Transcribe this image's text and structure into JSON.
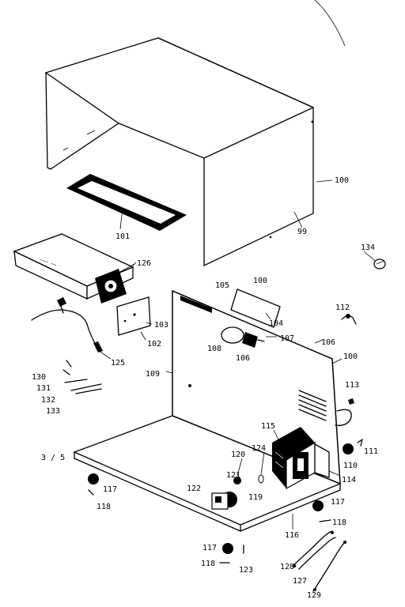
{
  "page_marker": "3 / 5",
  "callouts": {
    "c100a": "100",
    "c99": "99",
    "c101": "101",
    "c134": "134",
    "c126": "126",
    "c105": "105",
    "c100b": "100",
    "c112": "112",
    "c103": "103",
    "c102": "102",
    "c104": "104",
    "c107": "107",
    "c108": "108",
    "c106a": "106",
    "c106b": "106",
    "c100c": "100",
    "c125": "125",
    "c109": "109",
    "c113": "113",
    "c130": "130",
    "c131": "131",
    "c132": "132",
    "c133": "133",
    "c115": "115",
    "c111": "111",
    "c124": "124",
    "c120": "120",
    "c110": "110",
    "c121": "121",
    "c122": "122",
    "c119": "119",
    "c114": "114",
    "c117a": "117",
    "c118a": "118",
    "c117b": "117",
    "c118b": "118",
    "c116": "116",
    "c117c": "117",
    "c118c": "118",
    "c123": "123",
    "c128": "128",
    "c127": "127",
    "c129": "129"
  }
}
